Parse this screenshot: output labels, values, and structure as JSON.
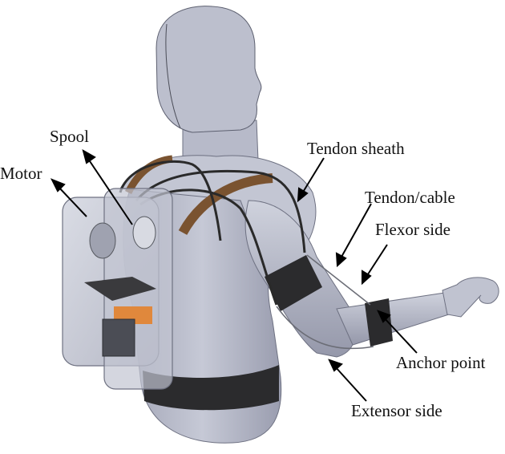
{
  "figure": {
    "subject": "Tendon-driven upper-limb exosuit on mannequin",
    "labels": {
      "spool": "Spool",
      "motor": "Motor",
      "tendon_sheath": "Tendon sheath",
      "tendon_cable": "Tendon/cable",
      "flexor_side": "Flexor side",
      "anchor_point": "Anchor point",
      "extensor_side": "Extensor side"
    },
    "colors": {
      "body": "#b9bccb",
      "body_shadow": "#8e91a3",
      "strap_brown": "#7a5330",
      "band_black": "#2b2b2d",
      "box_glass": "#c9ccd8",
      "box_edge": "#6f7282",
      "electronics_orange": "#e0883c",
      "sheath": "#2a2a2a",
      "text": "#111111"
    }
  }
}
